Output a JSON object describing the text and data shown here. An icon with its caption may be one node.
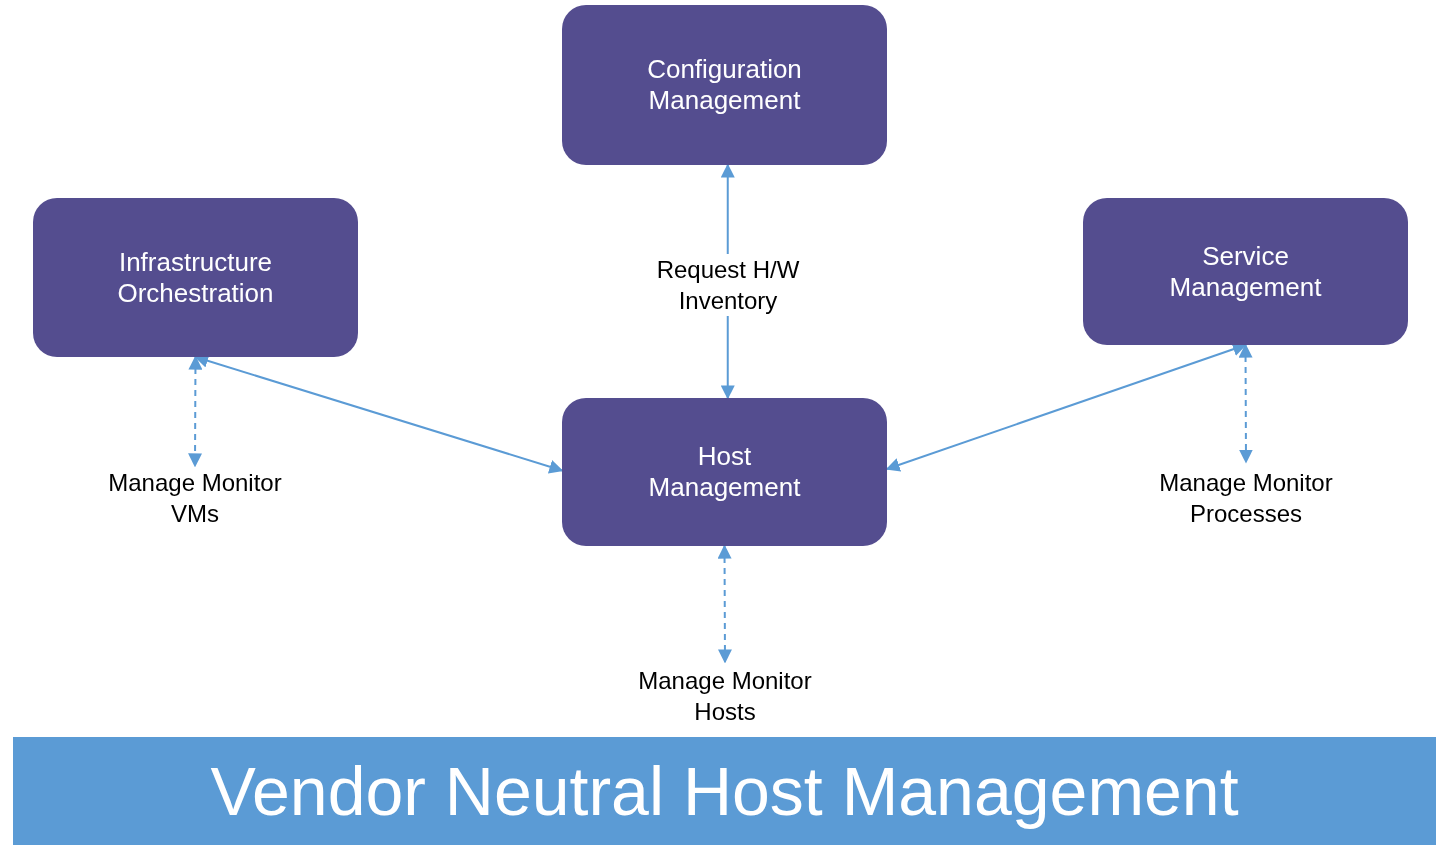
{
  "diagram": {
    "title": "Vendor Neutral Host Management",
    "nodes": [
      {
        "text": [
          "Configuration Management"
        ]
      },
      {
        "text": [
          "Infrastructure Orchestration"
        ]
      },
      {
        "text": [
          "Service Management"
        ]
      },
      {
        "text": [
          "Host Management"
        ]
      },
      {
        "text": [
          "Manage Monitor VMs"
        ]
      },
      {
        "text": [
          "Manage Monitor Processes"
        ]
      },
      {
        "text": [
          "Manage Monitor Hosts"
        ]
      }
    ],
    "edges": [
      {
        "from": 0,
        "to": 3,
        "arrow": "both",
        "label": "Request H/W Inventory"
      },
      {
        "from": 1,
        "to": 3,
        "arrow": "both"
      },
      {
        "from": 2,
        "to": 3,
        "arrow": "both"
      },
      {
        "from": 1,
        "to": 4,
        "arrow": "both",
        "style": "dashed"
      },
      {
        "from": 2,
        "to": 5,
        "arrow": "both",
        "style": "dashed"
      },
      {
        "from": 3,
        "to": 6,
        "arrow": "both",
        "style": "dashed"
      }
    ]
  }
}
